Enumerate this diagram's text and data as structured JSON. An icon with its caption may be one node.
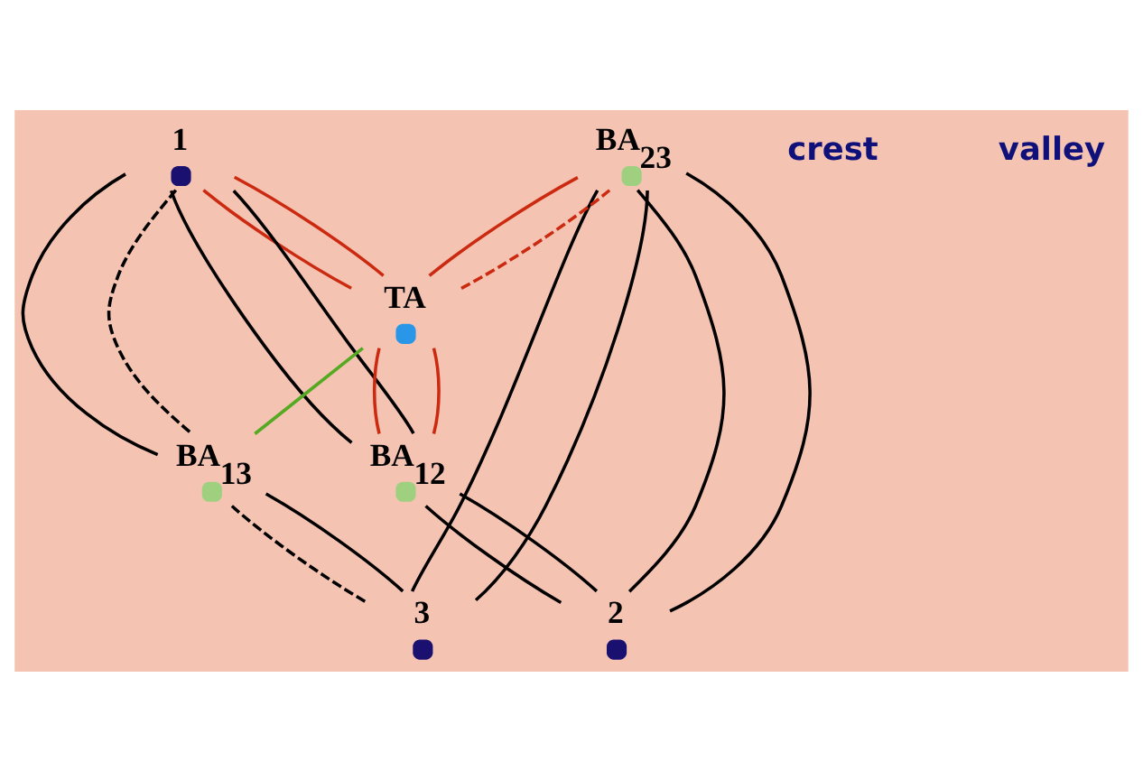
{
  "diagram": {
    "nodes": [
      {
        "text": [
          "1"
        ]
      },
      {
        "text": [
          "BA$_{23}$"
        ]
      },
      {
        "text": [
          "3"
        ]
      },
      {
        "text": [
          "BA$_{13}$"
        ]
      },
      {
        "text": [
          "TA"
        ]
      },
      {
        "text": [
          "2"
        ]
      },
      {
        "text": [
          "BA$_{12}$"
        ]
      }
    ],
    "edges": [
      {
        "from": 0,
        "to": 4,
        "arrow": "none",
        "color": "#cc2a10"
      },
      {
        "from": 0,
        "to": 4,
        "arrow": "none",
        "color": "#cc2a10"
      },
      {
        "from": 0,
        "to": 3,
        "arrow": "none"
      },
      {
        "from": 0,
        "to": 3,
        "arrow": "none",
        "style": "dashed"
      },
      {
        "from": 0,
        "to": 6,
        "arrow": "none"
      },
      {
        "from": 0,
        "to": 6,
        "arrow": "none"
      },
      {
        "from": 1,
        "to": 2,
        "arrow": "none"
      },
      {
        "from": 1,
        "to": 2,
        "arrow": "none"
      },
      {
        "from": 1,
        "to": 4,
        "arrow": "none",
        "color": "#cc2a10"
      },
      {
        "from": 1,
        "to": 4,
        "arrow": "none",
        "style": "dashed",
        "color": "#cc2a10"
      },
      {
        "from": 3,
        "to": 2,
        "arrow": "none",
        "style": "dashed"
      },
      {
        "from": 3,
        "to": 2,
        "arrow": "none"
      },
      {
        "from": 4,
        "to": 3,
        "arrow": "none",
        "color": "#55aa22"
      },
      {
        "from": 1,
        "to": 5,
        "arrow": "none"
      },
      {
        "from": 1,
        "to": 5,
        "arrow": "none"
      },
      {
        "from": 4,
        "to": 6,
        "arrow": "none",
        "color": "#cc2a10"
      },
      {
        "from": 4,
        "to": 6,
        "arrow": "none",
        "color": "#cc2a10"
      },
      {
        "from": 6,
        "to": 5,
        "arrow": "none"
      },
      {
        "from": 6,
        "to": 5,
        "arrow": "none"
      }
    ],
    "labels": [
      "crest",
      "valley"
    ]
  }
}
